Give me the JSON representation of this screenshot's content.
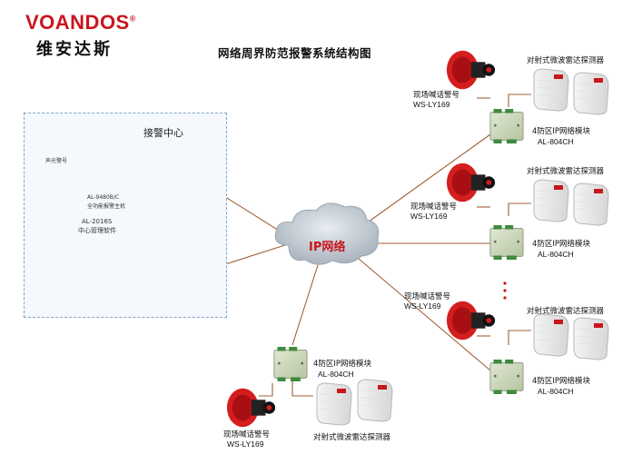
{
  "brand": {
    "logo": "VOANDOS",
    "registered": "®",
    "chinese": "维安达斯"
  },
  "title": "网络周界防范报警系统结构图",
  "center": {
    "title": "接警中心",
    "siren_label": "声光警号",
    "host_model": "AL-9480B/C",
    "host_name": "全功能报警主机",
    "software_model": "AL-2016S",
    "software_name": "中心管理软件"
  },
  "cloud_label": "IP网络",
  "sites": [
    {
      "speaker_name": "现场喊话警号",
      "speaker_model": "WS-LY169",
      "module_name": "4防区IP网络模块",
      "module_model": "AL-804CH",
      "detector_name": "对射式微波雷达探测器"
    },
    {
      "speaker_name": "现场喊话警号",
      "speaker_model": "WS-LY169",
      "module_name": "4防区IP网络模块",
      "module_model": "AL-804CH",
      "detector_name": "对射式微波雷达探测器"
    },
    {
      "speaker_name": "现场喊话警号",
      "speaker_model": "WS-LY169",
      "module_name": "4防区IP网络模块",
      "module_model": "AL-804CH",
      "detector_name": "对射式微波雷达探测器"
    },
    {
      "speaker_name": "现场喊话警号",
      "speaker_model": "WS-LY169",
      "module_name": "4防区IP网络模块",
      "module_model": "AL-804CH",
      "detector_name": "对射式微波雷达探测器"
    }
  ],
  "colors": {
    "brand_red": "#c8161d",
    "line": "#a0613a",
    "module": "#c9d6b8",
    "speaker": "#d41e1e",
    "cloud": "#b8c2cc"
  }
}
